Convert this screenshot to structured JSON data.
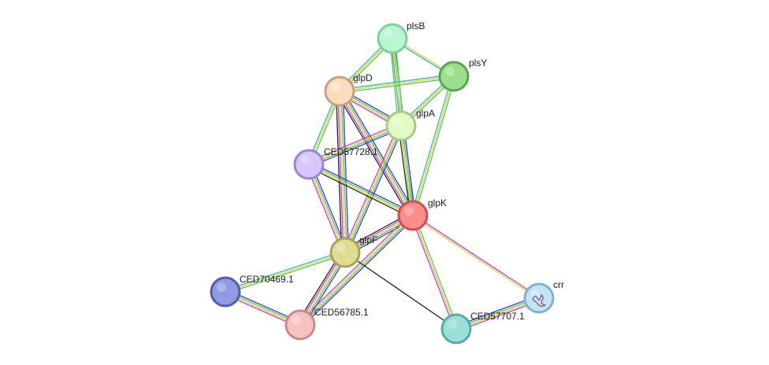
{
  "nodes": [
    {
      "id": "plsB",
      "label": "plsB",
      "fill": "#b8f5d2",
      "stroke": "#7fcf9c"
    },
    {
      "id": "plsY",
      "label": "plsY",
      "fill": "#9ce08e",
      "stroke": "#5aa550"
    },
    {
      "id": "glpD",
      "label": "glpD",
      "fill": "#fbdcc0",
      "stroke": "#c9a07c"
    },
    {
      "id": "glpA",
      "label": "glpA",
      "fill": "#e2fbc2",
      "stroke": "#a8c98a"
    },
    {
      "id": "CED57728.1",
      "label": "CED57728.1",
      "fill": "#d5c6fb",
      "stroke": "#9a86cf"
    },
    {
      "id": "glpK",
      "label": "glpK",
      "fill": "#fb8d8d",
      "stroke": "#c95252"
    },
    {
      "id": "glpF",
      "label": "glpF",
      "fill": "#e0dc94",
      "stroke": "#a8a35a"
    },
    {
      "id": "CED70469.1",
      "label": "CED70469.1",
      "fill": "#8e9be0",
      "stroke": "#525ea8"
    },
    {
      "id": "CED56785.1",
      "label": "CED56785.1",
      "fill": "#f8c2c2",
      "stroke": "#c88a8a"
    },
    {
      "id": "CED57707.1",
      "label": "CED57707.1",
      "fill": "#9ae0d8",
      "stroke": "#5aa8a0"
    },
    {
      "id": "crr",
      "label": "crr",
      "fill": "#c4e4f6",
      "stroke": "#7fb2d0"
    }
  ],
  "edges": [
    {
      "source": "plsB",
      "target": "glpD",
      "colors": [
        "#5fbf5f",
        "#d4d43a",
        "#39b0c0"
      ]
    },
    {
      "source": "plsB",
      "target": "plsY",
      "colors": [
        "#d4d43a",
        "#39b0c0"
      ]
    },
    {
      "source": "plsB",
      "target": "glpA",
      "colors": [
        "#1fb81f",
        "#39b0c0",
        "#d4d43a",
        "#5fbf5f"
      ]
    },
    {
      "source": "plsB",
      "target": "glpK",
      "colors": [
        "#5fbf5f",
        "#d4d43a",
        "#39b0c0"
      ]
    },
    {
      "source": "plsY",
      "target": "glpD",
      "colors": [
        "#5fbf5f",
        "#d4d43a",
        "#39b0c0"
      ]
    },
    {
      "source": "plsY",
      "target": "glpA",
      "colors": [
        "#5fbf5f",
        "#d4d43a",
        "#39b0c0"
      ]
    },
    {
      "source": "plsY",
      "target": "glpK",
      "colors": [
        "#5fbf5f",
        "#d4d43a",
        "#39b0c0"
      ]
    },
    {
      "source": "glpD",
      "target": "glpA",
      "colors": [
        "#3a3ad4",
        "#5fbf5f",
        "#d4d43a",
        "#c33ad4"
      ]
    },
    {
      "source": "glpD",
      "target": "CED57728.1",
      "colors": [
        "#5fbf5f",
        "#d4d43a",
        "#39b0c0"
      ]
    },
    {
      "source": "glpD",
      "target": "glpK",
      "colors": [
        "#3a3ad4",
        "#5fbf5f",
        "#d4d43a",
        "#c33ad4",
        "#222222"
      ]
    },
    {
      "source": "glpD",
      "target": "glpF",
      "colors": [
        "#3a3ad4",
        "#5fbf5f",
        "#d4d43a",
        "#c33ad4",
        "#222222"
      ]
    },
    {
      "source": "glpA",
      "target": "CED57728.1",
      "colors": [
        "#3a3ad4",
        "#5fbf5f",
        "#d4d43a",
        "#c33ad4"
      ]
    },
    {
      "source": "glpA",
      "target": "glpK",
      "colors": [
        "#3a3ad4",
        "#5fbf5f",
        "#d4d43a",
        "#222222"
      ]
    },
    {
      "source": "glpA",
      "target": "glpF",
      "colors": [
        "#3a3ad4",
        "#5fbf5f",
        "#d4d43a",
        "#c33ad4"
      ]
    },
    {
      "source": "CED57728.1",
      "target": "glpK",
      "colors": [
        "#3a3ad4",
        "#5fbf5f",
        "#d4d43a",
        "#222222"
      ]
    },
    {
      "source": "CED57728.1",
      "target": "glpF",
      "colors": [
        "#3a3ad4",
        "#5fbf5f",
        "#d4d43a",
        "#c33ad4"
      ]
    },
    {
      "source": "glpK",
      "target": "glpF",
      "colors": [
        "#3a3ad4",
        "#5fbf5f",
        "#d4d43a",
        "#c33ad4",
        "#222222"
      ]
    },
    {
      "source": "glpK",
      "target": "CED56785.1",
      "colors": [
        "#3a3ad4",
        "#5fbf5f",
        "#d4d43a",
        "#c33ad4"
      ]
    },
    {
      "source": "glpK",
      "target": "CED57707.1",
      "colors": [
        "#5fbf5f",
        "#d4d43a",
        "#c33ad4"
      ]
    },
    {
      "source": "glpK",
      "target": "crr",
      "colors": [
        "#c33ad4",
        "#d4d43a"
      ]
    },
    {
      "source": "glpF",
      "target": "CED70469.1",
      "colors": [
        "#5fbf5f",
        "#d4d43a",
        "#39b0c0"
      ]
    },
    {
      "source": "glpF",
      "target": "CED56785.1",
      "colors": [
        "#3a3ad4",
        "#5fbf5f",
        "#d4d43a",
        "#c33ad4",
        "#222222"
      ]
    },
    {
      "source": "glpF",
      "target": "CED57707.1",
      "colors": [
        "#222222"
      ]
    },
    {
      "source": "CED70469.1",
      "target": "CED56785.1",
      "colors": [
        "#3a3ad4",
        "#5fbf5f",
        "#d4d43a",
        "#c33ad4"
      ]
    },
    {
      "source": "CED57707.1",
      "target": "crr",
      "colors": [
        "#3a3ad4",
        "#5fbf5f",
        "#d4d43a",
        "#c33ad4"
      ]
    }
  ]
}
